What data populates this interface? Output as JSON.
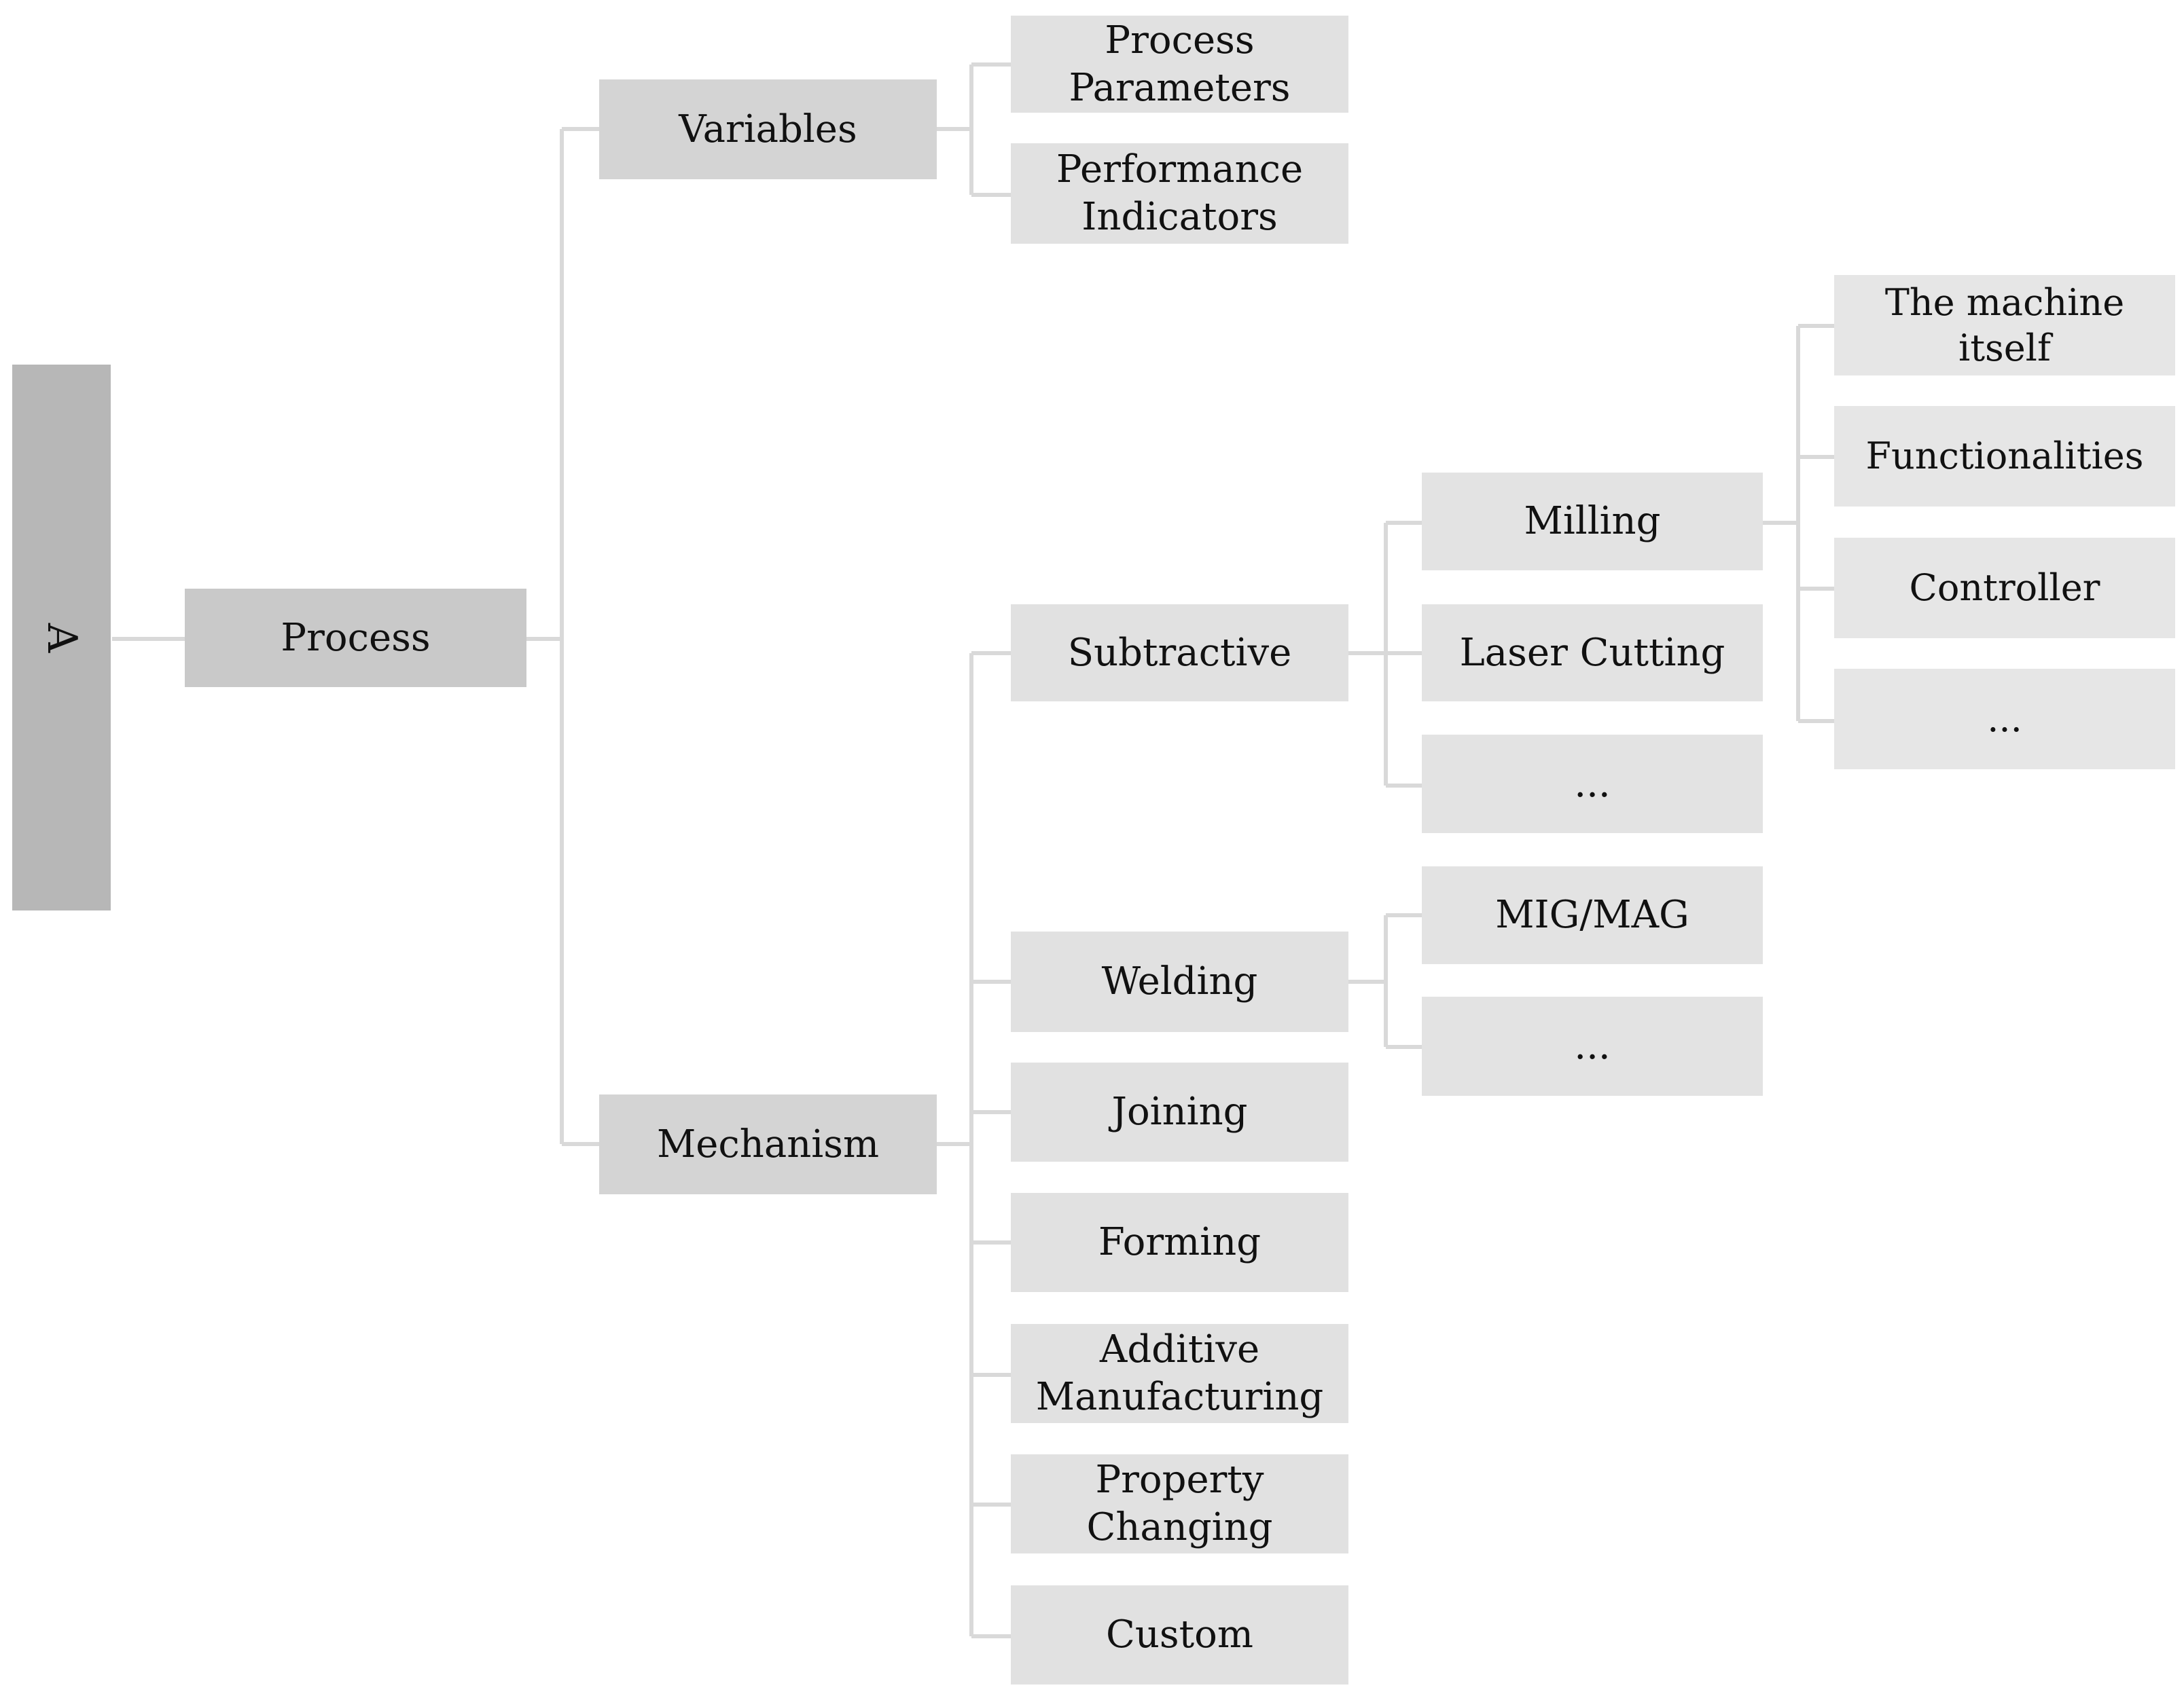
{
  "root": {
    "label": "A"
  },
  "process": {
    "label": "Process"
  },
  "variables": {
    "label": "Variables",
    "children": [
      "Process Parameters",
      "Performance Indicators"
    ]
  },
  "mechanism": {
    "label": "Mechanism",
    "subtractive": "Subtractive",
    "welding": "Welding",
    "joining": "Joining",
    "forming": "Forming",
    "additive": "Additive Manufacturing",
    "property_changing": "Property Changing",
    "custom": "Custom"
  },
  "subtractive": {
    "milling": "Milling",
    "laser_cutting": "Laser Cutting",
    "more": "..."
  },
  "welding": {
    "mig_mag": "MIG/MAG",
    "more": "..."
  },
  "milling": {
    "machine_itself": "The machine itself",
    "functionalities": "Functionalities",
    "controller": "Controller",
    "more": "..."
  },
  "colors": {
    "connector": "#d9d9d9",
    "root_fill": "#b7b7b7",
    "node_fill": "#d4d4d4",
    "leaf_fill": "#e3e3e3"
  }
}
